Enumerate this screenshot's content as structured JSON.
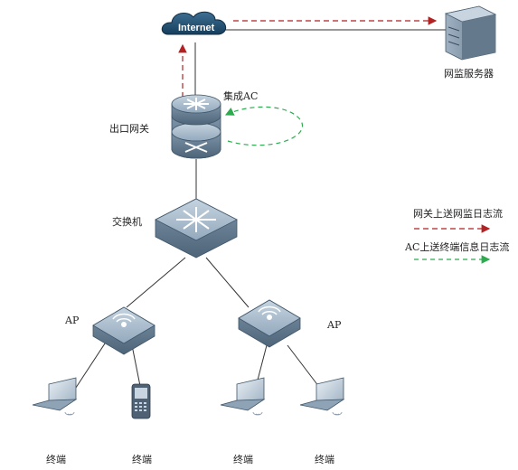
{
  "labels": {
    "internet": "Internet",
    "monitor_server": "网监服务器",
    "integrated_ac": "集成AC",
    "egress_gateway": "出口网关",
    "switch": "交换机",
    "ap_left": "AP",
    "ap_right": "AP",
    "terminal_1": "终端",
    "terminal_2": "终端",
    "terminal_3": "终端",
    "terminal_4": "终端"
  },
  "legend": {
    "gateway_flow": "网关上送网监日志流",
    "ac_flow": "AC上送终端信息日志流"
  },
  "colors": {
    "gateway_flow": "#b22222",
    "ac_flow": "#2eaa4f",
    "link": "#333333",
    "device": "#7f96ad"
  }
}
